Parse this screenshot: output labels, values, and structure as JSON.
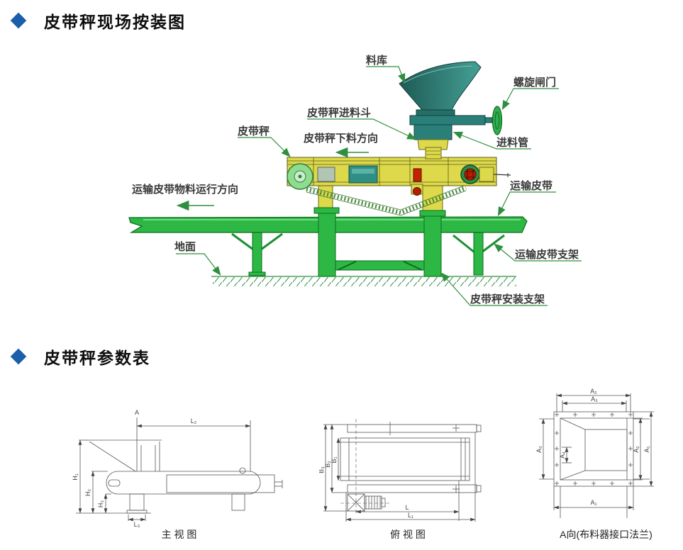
{
  "sections": {
    "installation": {
      "title": "皮带秤现场按装图"
    },
    "parameters": {
      "title": "皮带秤参数表"
    }
  },
  "colors": {
    "accent_blue": "#1b5ea9",
    "leader_green": "#2f8f3f",
    "bright_green": "#2db845",
    "machine_yellow": "#ddd94a",
    "funnel_teal": "#2a8078",
    "alarm_red": "#b32000",
    "label_text": "#3a3a3a"
  },
  "installation": {
    "labels": {
      "silo": "料库",
      "spiral_gate": "螺旋闸门",
      "feed_hopper": "皮带秤进料斗",
      "belt_scale": "皮带秤",
      "discharge_direction": "皮带秤下料方向",
      "feed_pipe": "进料管",
      "material_direction": "运输皮带物料运行方向",
      "transport_belt": "运输皮带",
      "ground": "地面",
      "transport_belt_support": "运输皮带支架",
      "scale_mount_support": "皮带秤安装支架"
    }
  },
  "drawings": {
    "front_view": {
      "caption": "主 视 图",
      "dims": {
        "a": "A",
        "l2": "L₂",
        "h1": "H₁",
        "h2": "H₂",
        "h3": "H₃",
        "l3": "L₃"
      }
    },
    "top_view": {
      "caption": "俯 视 图",
      "dims": {
        "b3": "B₃",
        "b2": "B₂",
        "b1": "B₁",
        "l": "L",
        "l1": "L₁"
      }
    },
    "a_view": {
      "caption": "A向(布料器接口法兰)",
      "dims": {
        "a1": "A₁",
        "a2": "A₂",
        "a3": "A₃",
        "a4": "A₄"
      }
    }
  }
}
